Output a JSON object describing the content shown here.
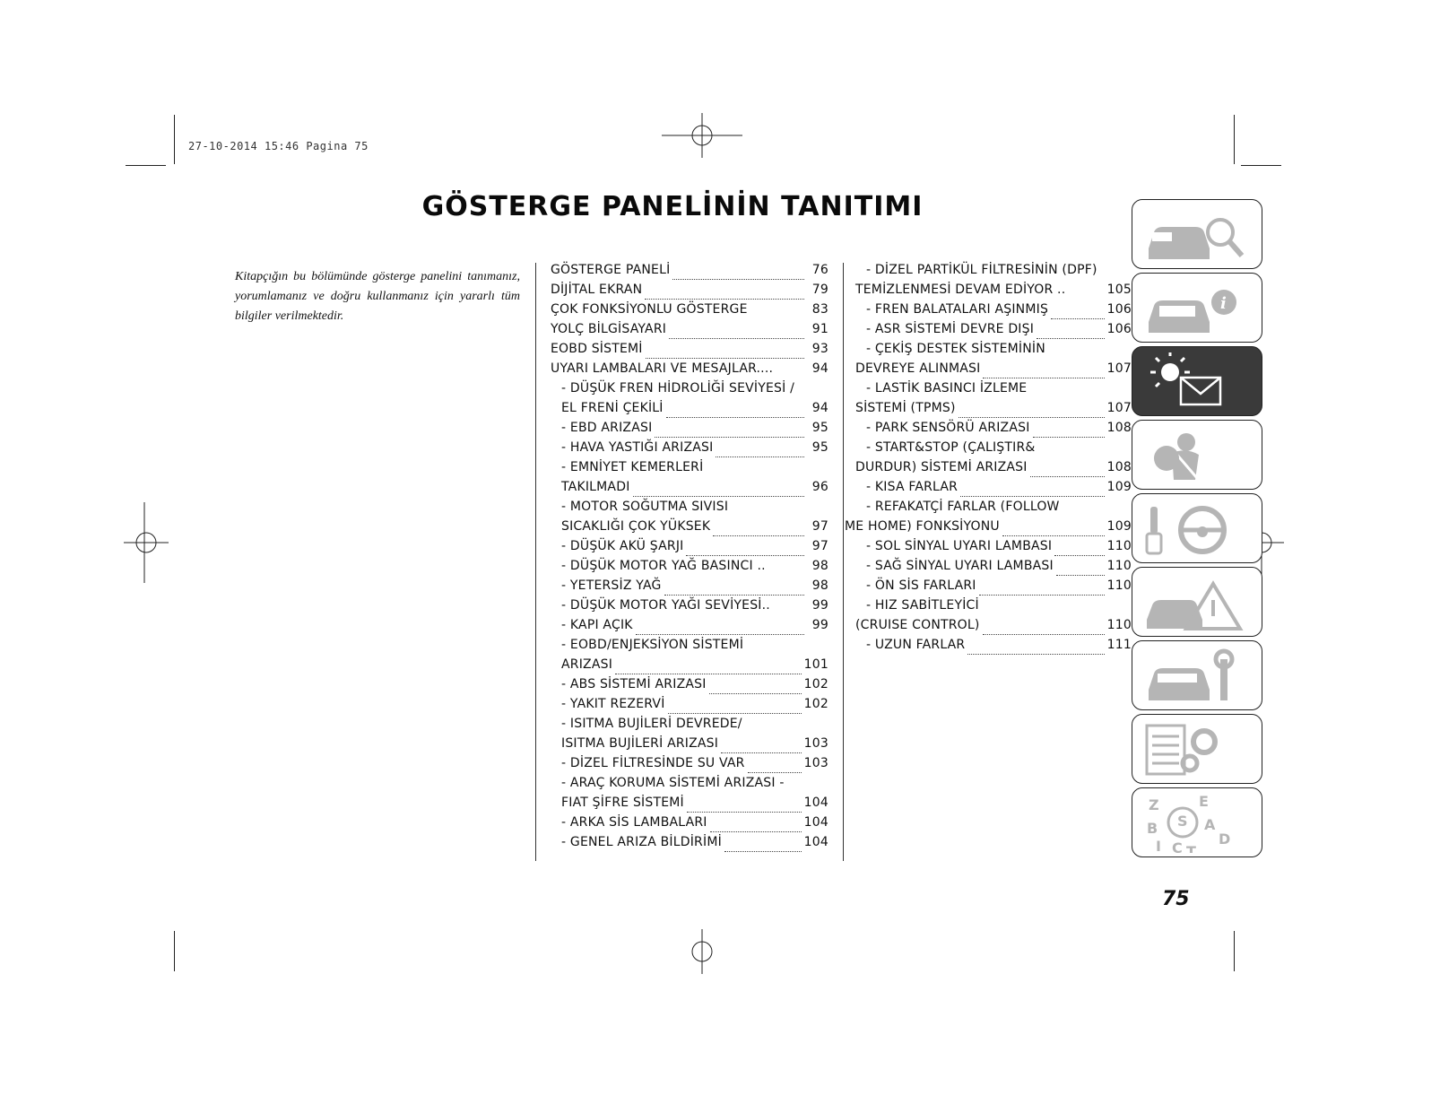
{
  "header": {
    "print_stamp": "27-10-2014 15:46 Pagina 75"
  },
  "title": "GÖSTERGE PANELİNİN TANITIMI",
  "intro": "Kitapçığın bu bölümünde gösterge panelini tanımanız, yorumlamanız ve doğru kullanmanız için yararlı tüm bilgiler verilmektedir.",
  "toc_left": [
    {
      "text": "GÖSTERGE PANELİ",
      "page": "76",
      "dots": true,
      "indent": 0
    },
    {
      "text": "DİJİTAL EKRAN",
      "page": "79",
      "dots": true,
      "indent": 0
    },
    {
      "text": "ÇOK FONKSİYONLU GÖSTERGE",
      "page": "83",
      "dots": false,
      "indent": 0
    },
    {
      "text": "YOLÇ BİLGİSAYARI",
      "page": "91",
      "dots": true,
      "indent": 0
    },
    {
      "text": "EOBD SİSTEMİ",
      "page": "93",
      "dots": true,
      "indent": 0
    },
    {
      "text": "UYARI LAMBALARI VE MESAJLAR....",
      "page": "94",
      "dots": false,
      "indent": 0
    },
    {
      "text": "- DÜŞÜK FREN HİDROLİĞİ SEVİYESİ /",
      "page": "",
      "dots": false,
      "indent": 1
    },
    {
      "text": "EL FRENİ ÇEKİLİ",
      "page": "94",
      "dots": true,
      "indent": 1
    },
    {
      "text": "- EBD ARIZASI",
      "page": "95",
      "dots": true,
      "indent": 1
    },
    {
      "text": "- HAVA YASTIĞI ARIZASI",
      "page": "95",
      "dots": true,
      "indent": 1
    },
    {
      "text": "- EMNİYET KEMERLERİ",
      "page": "",
      "dots": false,
      "indent": 1
    },
    {
      "text": "TAKILMADI",
      "page": "96",
      "dots": true,
      "indent": 1
    },
    {
      "text": "- MOTOR SOĞUTMA SIVISI",
      "page": "",
      "dots": false,
      "indent": 1
    },
    {
      "text": "SICAKLIĞI ÇOK YÜKSEK",
      "page": "97",
      "dots": true,
      "indent": 1
    },
    {
      "text": "- DÜŞÜK AKÜ ŞARJI",
      "page": "97",
      "dots": true,
      "indent": 1
    },
    {
      "text": "- DÜŞÜK MOTOR YAĞ BASINCI ..",
      "page": "98",
      "dots": false,
      "indent": 1
    },
    {
      "text": "- YETERSİZ YAĞ",
      "page": "98",
      "dots": true,
      "indent": 1
    },
    {
      "text": "- DÜŞÜK MOTOR YAĞI SEVİYESİ..",
      "page": "99",
      "dots": false,
      "indent": 1
    },
    {
      "text": "- KAPI AÇIK",
      "page": "99",
      "dots": true,
      "indent": 1
    },
    {
      "text": "- EOBD/ENJEKSİYON SİSTEMİ",
      "page": "",
      "dots": false,
      "indent": 1
    },
    {
      "text": "ARIZASI",
      "page": "101",
      "dots": true,
      "indent": 1
    },
    {
      "text": "- ABS SİSTEMİ ARIZASI",
      "page": "102",
      "dots": true,
      "indent": 1
    },
    {
      "text": "- YAKIT REZERVİ",
      "page": "102",
      "dots": true,
      "indent": 1
    },
    {
      "text": "- ISITMA BUJİLERİ DEVREDE/",
      "page": "",
      "dots": false,
      "indent": 1
    },
    {
      "text": "ISITMA BUJİLERİ ARIZASI",
      "page": "103",
      "dots": true,
      "indent": 1
    },
    {
      "text": "- DİZEL FİLTRESİNDE SU VAR",
      "page": "103",
      "dots": true,
      "indent": 1
    },
    {
      "text": "- ARAÇ KORUMA SİSTEMİ ARIZASI -",
      "page": "",
      "dots": false,
      "indent": 1
    },
    {
      "text": "FIAT ŞİFRE SİSTEMİ",
      "page": "104",
      "dots": true,
      "indent": 1
    },
    {
      "text": "- ARKA SİS LAMBALARI",
      "page": "104",
      "dots": true,
      "indent": 1
    },
    {
      "text": "- GENEL ARIZA BİLDİRİMİ",
      "page": "104",
      "dots": true,
      "indent": 1
    }
  ],
  "toc_right": [
    {
      "text": "- DİZEL PARTİKÜL FİLTRESİNİN (DPF)",
      "page": "",
      "dots": false,
      "indent": 1
    },
    {
      "text": "TEMİZLENMESİ DEVAM EDİYOR ..",
      "page": "105",
      "dots": false,
      "indent": 0
    },
    {
      "text": "- FREN BALATALARI AŞINMIŞ",
      "page": "106",
      "dots": true,
      "indent": 1
    },
    {
      "text": "- ASR SİSTEMİ DEVRE DIŞI",
      "page": "106",
      "dots": true,
      "indent": 1
    },
    {
      "text": "- ÇEKİŞ DESTEK SİSTEMİNİN",
      "page": "",
      "dots": false,
      "indent": 1
    },
    {
      "text": "DEVREYE ALINMASI",
      "page": "107",
      "dots": true,
      "indent": 0
    },
    {
      "text": "- LASTİK BASINCI İZLEME",
      "page": "",
      "dots": false,
      "indent": 1
    },
    {
      "text": "SİSTEMİ (TPMS)",
      "page": "107",
      "dots": true,
      "indent": 0
    },
    {
      "text": "- PARK SENSÖRÜ ARIZASI",
      "page": "108",
      "dots": true,
      "indent": 1
    },
    {
      "text": "- START&STOP (ÇALIŞTIR&",
      "page": "",
      "dots": false,
      "indent": 1
    },
    {
      "text": "DURDUR) SİSTEMİ ARIZASI",
      "page": "108",
      "dots": true,
      "indent": 0
    },
    {
      "text": "- KISA FARLAR",
      "page": "109",
      "dots": true,
      "indent": 1
    },
    {
      "text": "- REFAKATÇİ FARLAR (FOLLOW",
      "page": "",
      "dots": false,
      "indent": 1
    },
    {
      "text": "ME HOME) FONKSİYONU",
      "page": "109",
      "dots": true,
      "indent": -1
    },
    {
      "text": "- SOL SİNYAL UYARI LAMBASI",
      "page": "110",
      "dots": true,
      "indent": 1
    },
    {
      "text": "- SAĞ SİNYAL UYARI LAMBASI",
      "page": "110",
      "dots": true,
      "indent": 1
    },
    {
      "text": "- ÖN SİS FARLARI",
      "page": "110",
      "dots": true,
      "indent": 1
    },
    {
      "text": "- HIZ SABİTLEYİCİ",
      "page": "",
      "dots": false,
      "indent": 1
    },
    {
      "text": "(CRUISE CONTROL)",
      "page": "110",
      "dots": true,
      "indent": 0
    },
    {
      "text": "- UZUN FARLAR",
      "page": "111",
      "dots": true,
      "indent": 1
    }
  ],
  "sidebar_tabs": [
    {
      "icon": "car-magnifier-icon",
      "active": false
    },
    {
      "icon": "car-info-icon",
      "active": true
    },
    {
      "icon": "warning-light-envelope-icon",
      "active": true
    },
    {
      "icon": "airbag-seatbelt-icon",
      "active": false
    },
    {
      "icon": "key-steering-wheel-icon",
      "active": false
    },
    {
      "icon": "car-warning-triangle-icon",
      "active": false
    },
    {
      "icon": "car-wrench-icon",
      "active": false
    },
    {
      "icon": "specs-gears-icon",
      "active": false
    },
    {
      "icon": "alphabet-index-icon",
      "active": false
    }
  ],
  "index_letters": [
    "Z",
    "E",
    "S",
    "B",
    "A",
    "D",
    "I",
    "C",
    "T"
  ],
  "page_number": "75",
  "colors": {
    "text": "#111111",
    "active_tab": "#3a3a3a",
    "icon_gray": "#b5b5b5"
  }
}
